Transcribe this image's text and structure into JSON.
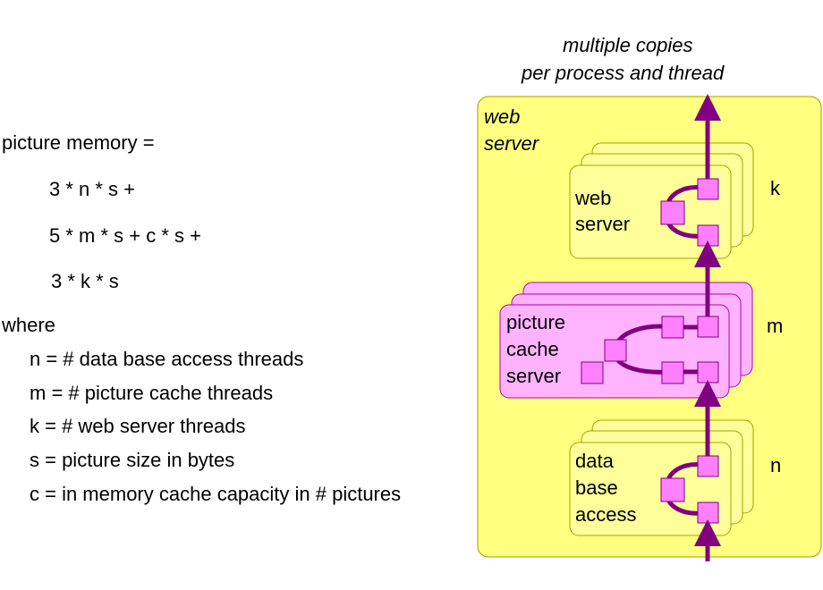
{
  "formula": {
    "heading": "picture memory =",
    "term1": "3 * n * s +",
    "term2": "5 * m * s + c * s +",
    "term3": "3 * k * s",
    "where": "where",
    "defs": [
      "n = # data base access threads",
      "m = # picture cache threads",
      "k = # web server threads",
      "s = picture size in bytes",
      "c = in memory cache capacity in # pictures"
    ]
  },
  "diagram": {
    "caption_line1": "multiple copies",
    "caption_line2": "per process and thread",
    "outer_label_line1": "web",
    "outer_label_line2": "server",
    "web_server": {
      "label_line1": "web",
      "label_line2": "server",
      "count": "k"
    },
    "picture_cache": {
      "label_line1": "picture",
      "label_line2": "cache",
      "label_line3": "server",
      "count": "m"
    },
    "data_base": {
      "label_line1": "data",
      "label_line2": "base",
      "label_line3": "access",
      "count": "n"
    },
    "colors": {
      "outer_fill": "#ffff80",
      "yellow_box": "#ffff99",
      "pink_box": "#ffb3ff",
      "port": "#ff80ff",
      "arrow": "#800080"
    }
  }
}
